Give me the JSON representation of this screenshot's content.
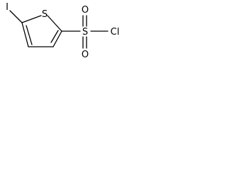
{
  "molecule": {
    "atoms": {
      "iodine": "I",
      "sulfur_ring": "S",
      "sulfur_sulfonyl": "S",
      "oxygen_top": "O",
      "oxygen_bottom": "O",
      "chlorine": "Cl"
    },
    "colors": {
      "bond": "#000000",
      "label": "#000000",
      "background": "#ffffff"
    }
  }
}
